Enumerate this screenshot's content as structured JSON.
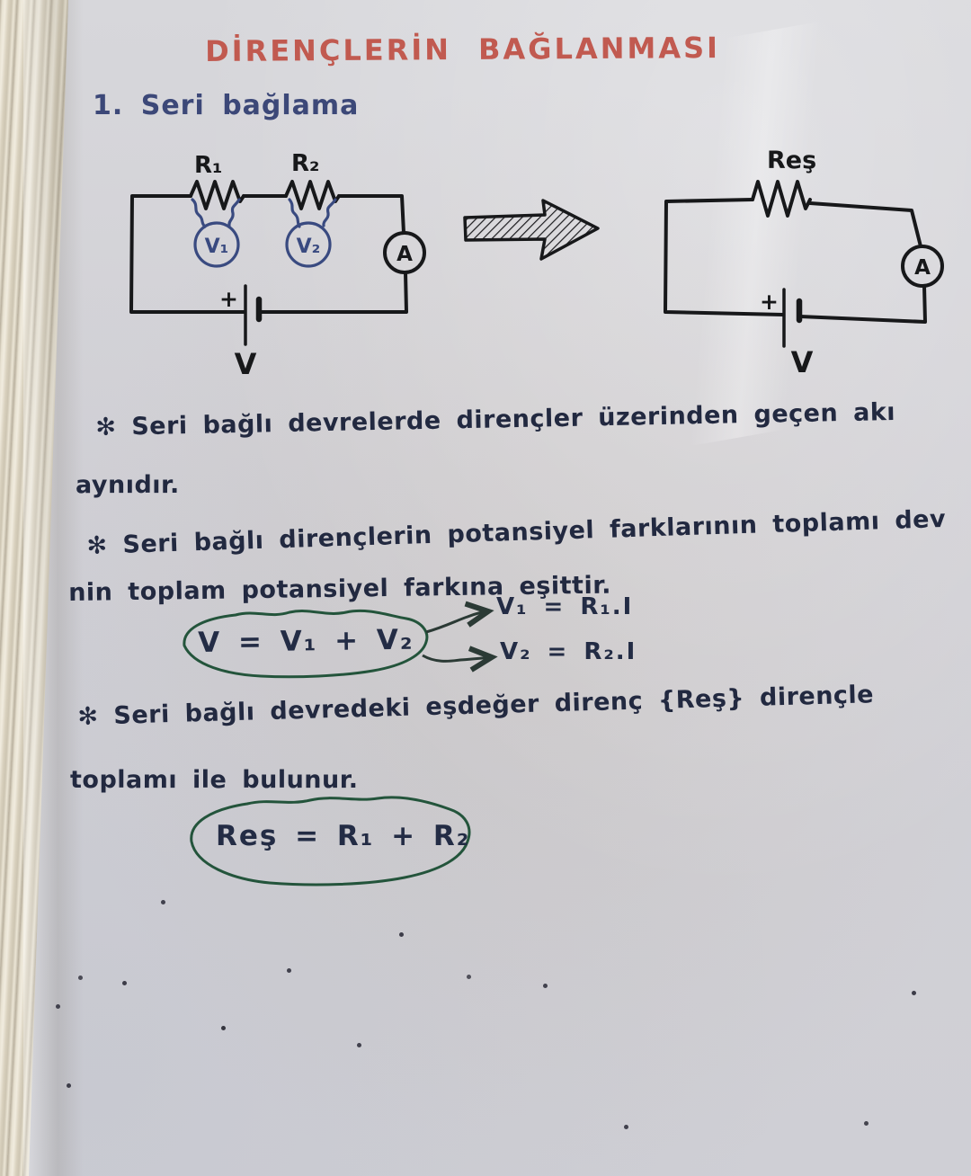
{
  "header": {
    "title": "DİRENÇLERİN BAĞLANMASI",
    "section": "1. Seri bağlama"
  },
  "circuit_left": {
    "r1": "R₁",
    "r2": "R₂",
    "v1": "V₁",
    "v2": "V₂",
    "ammeter": "A",
    "plus": "+",
    "battery": "V"
  },
  "circuit_right": {
    "res": "Reş",
    "ammeter": "A",
    "plus": "+",
    "battery": "V"
  },
  "notes": {
    "n1_line1": "✻ Seri bağlı devrelerde dirençler üzerinden geçen akı",
    "n1_line2": "aynıdır.",
    "n2_line1": "✻ Seri bağlı dirençlerin potansiyel farklarının toplamı dev",
    "n2_line2": "nin toplam potansiyel farkına eşittir.",
    "n3_line1": "✻ Seri bağlı devredeki eşdeğer direnç {Reş} dirençle",
    "n3_line2": "toplamı ile bulunur."
  },
  "formulas": {
    "main": "V = V₁ + V₂",
    "v1": "V₁ = R₁.I",
    "v2": "V₂ = R₂.I",
    "req": "Reş = R₁ + R₂"
  },
  "colors": {
    "paper": "#d2d1d6",
    "title_red": "#c15a50",
    "heading_blue": "#3c4878",
    "ink_dark": "#222940",
    "circuit_black": "#17181a",
    "meter_blue": "#394a80",
    "bubble_green": "#23543b",
    "page_edge_cream": "#e8e2d2"
  }
}
